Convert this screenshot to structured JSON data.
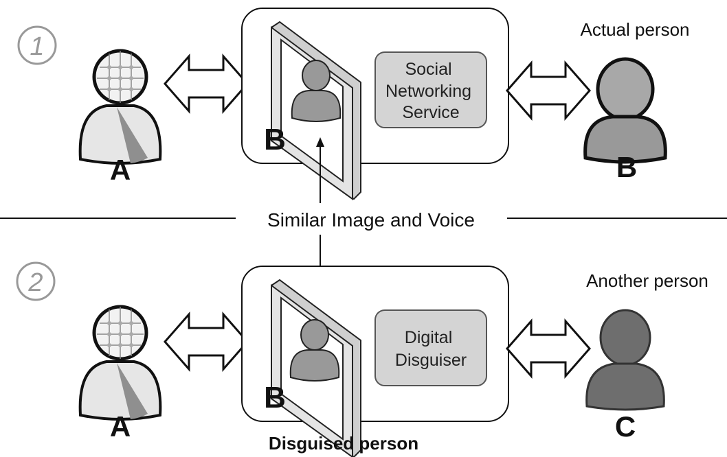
{
  "scenario1": {
    "number": "1",
    "left_label": "A",
    "screen_label": "B",
    "service_lines": [
      "Social",
      "Networking",
      "Service"
    ],
    "right_caption": "Actual person",
    "right_label": "B"
  },
  "divider_text": "Similar Image and Voice",
  "scenario2": {
    "number": "2",
    "left_label": "A",
    "screen_label": "B",
    "service_lines": [
      "Digital",
      "Disguiser"
    ],
    "right_caption": "Another person",
    "right_label": "C",
    "bottom_caption": "Disguised person"
  },
  "colors": {
    "box_fill": "#d4d4d4",
    "person_face": "#eaeaea",
    "person_gray": "#a8a8a8",
    "person_dark": "#6e6e6e",
    "line": "#111111"
  }
}
